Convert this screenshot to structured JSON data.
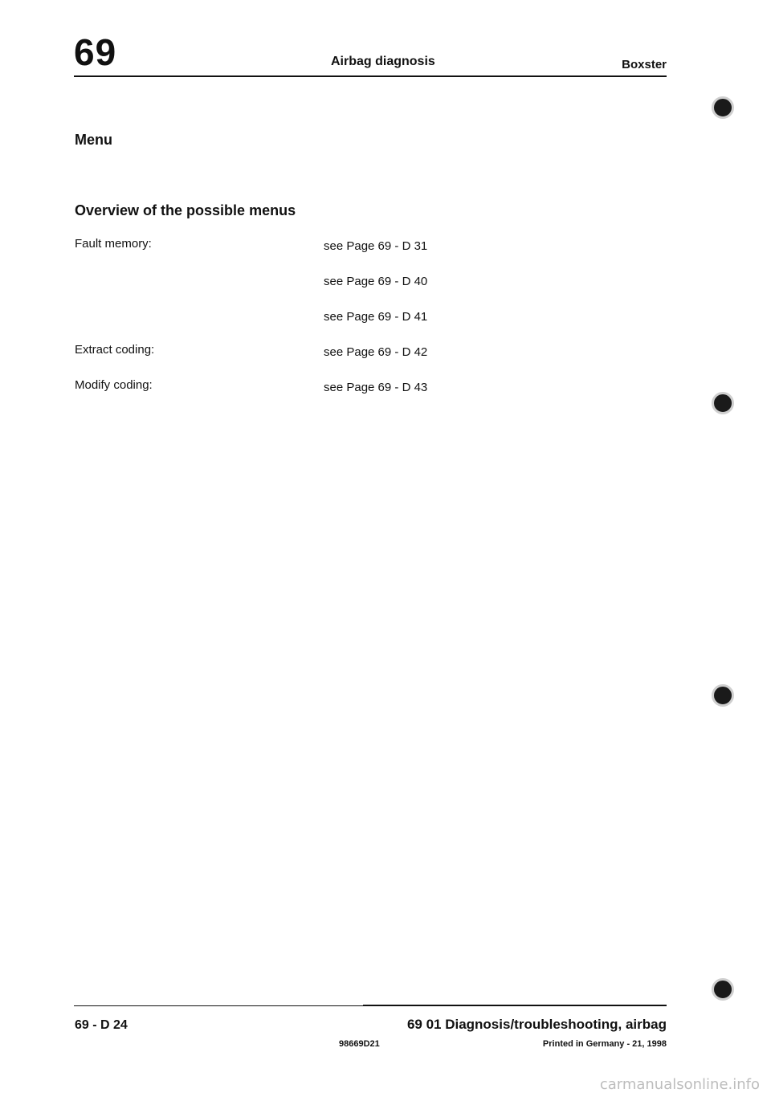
{
  "header": {
    "chapter": "69",
    "title": "Airbag diagnosis",
    "model": "Boxster"
  },
  "headings": {
    "menu": "Menu",
    "overview": "Overview of the possible menus"
  },
  "menus": [
    {
      "label": "Fault memory:",
      "ref": "see Page 69 - D 31"
    },
    {
      "label": "",
      "ref": "see Page 69 - D 40"
    },
    {
      "label": "",
      "ref": "see Page 69 - D 41"
    },
    {
      "label": "Extract coding:",
      "ref": "see Page 69 - D 42"
    },
    {
      "label": "Modify coding:",
      "ref": "see Page 69 - D 43"
    }
  ],
  "footer": {
    "page": "69 - D 24",
    "section": "69 01 Diagnosis/troubleshooting, airbag",
    "doc_number": "98669D21",
    "printed": "Printed in Germany - 21, 1998"
  },
  "watermark": "carmanualsonline.info",
  "icons": [
    "punch-hole-icon"
  ]
}
